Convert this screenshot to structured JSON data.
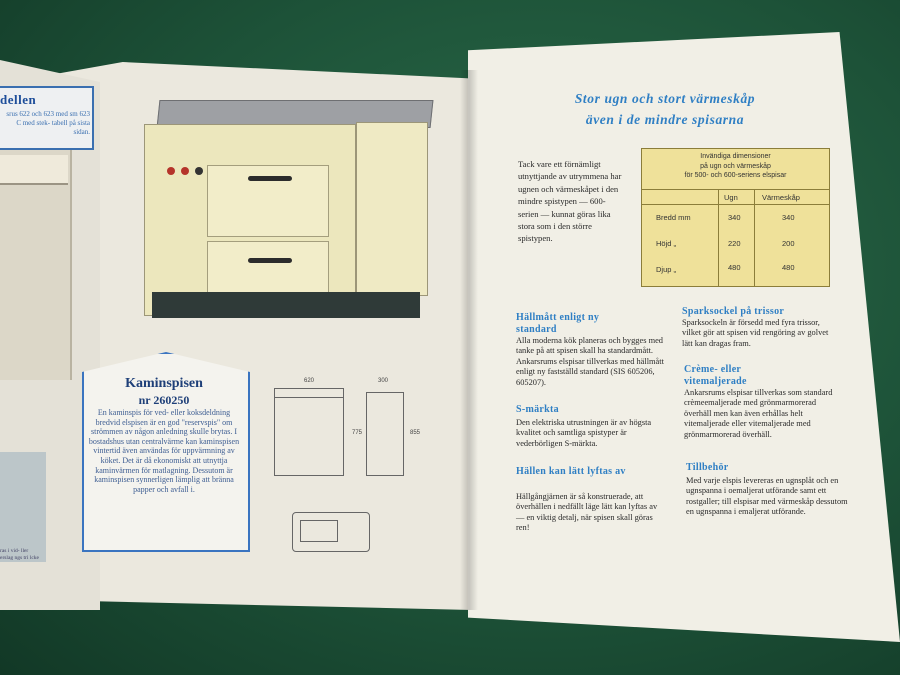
{
  "left_page": {
    "top_box": {
      "title": "dellen",
      "text": "srus 622 och 623 med sm 623 C med stek- tabell på sista sidan."
    },
    "kaminspisen": {
      "title": "Kaminspisen",
      "nr": "nr 260250",
      "text": "En kaminspis för ved- eller koksdeldning bredvid elspisen är en god \"reservspis\" om strömmen av någon anledning skulle brytas. I bostadshus utan centralvärme kan kaminspisen vintertid även användas för uppvärmning av köket. Det är då ekonomiskt att utnyttja kaminvärmen för matlagning. Dessutom är kaminspisen synnerligen lämplig att bränna papper och avfall i."
    },
    "photo_caption": "ras i vid- ller erslag ngs tri lcke",
    "drawing_labels": {
      "width_a": "620",
      "width_b": "300",
      "height_a": "775",
      "height_b": "855"
    }
  },
  "right_page": {
    "heading_line1": "Stor ugn och stort värmeskåp",
    "heading_line2": "även i de mindre spisarna",
    "intro": "Tack vare ett förnämligt utnyttjande av utrymmena har ugnen och värmeskåpet i den mindre spistypen — 600-serien — kunnat göras lika stora som i den större spistypen.",
    "dims_table": {
      "caption_line1": "Invändiga dimensioner",
      "caption_line2": "på ugn och värmeskåp",
      "caption_line3": "för 500- och 600-seriens elspisar",
      "col_ugn": "Ugn",
      "col_varmeskap": "Värmeskåp",
      "rows": [
        {
          "label": "Bredd mm",
          "ugn": "340",
          "varmeskap": "340"
        },
        {
          "label": "Höjd „",
          "ugn": "220",
          "varmeskap": "200"
        },
        {
          "label": "Djup „",
          "ugn": "480",
          "varmeskap": "480"
        }
      ]
    },
    "sections_left": [
      {
        "title": "Hällmått enligt ny standard",
        "body": "Alla moderna kök planeras och bygges med tanke på att spisen skall ha standardmått. Ankarsrums elspisar tillverkas med hällmått enligt ny fastställd standard (SIS 605206, 605207)."
      },
      {
        "title": "S-märkta",
        "body": "Den elektriska utrustningen är av högsta kvalitet och samtliga spistyper är vederbörligen S-märkta."
      },
      {
        "title": "Hällen kan lätt lyftas av",
        "body": "Hällgångjärnen är så konstruerade, att överhällen i nedfällt läge lätt kan lyftas av — en viktig detalj, när spisen skall göras ren!"
      }
    ],
    "sections_right": [
      {
        "title": "Sparksockel på trissor",
        "body": "Sparksockeln är försedd med fyra trissor, vilket gör att spisen vid rengöring av golvet lätt kan dragas fram."
      },
      {
        "title": "Crème- eller vitemaljerade",
        "body": "Ankarsrums elspisar tillverkas som standard crèmeemaljerade med grönmarmorerad överhäll men kan även erhållas helt vitemaljerade eller vitemaljerade med grönmarmorerad överhäll."
      },
      {
        "title": "Tillbehör",
        "body": "Med varje elspis levereras en ugnsplåt och en ugnspanna i oemaljerat utförande samt ett rostgaller; till elspisar med värmeskåp dessutom en ugnspanna i emaljerat utförande."
      }
    ]
  },
  "colors": {
    "background_green": "#1f5a3c",
    "heading_blue": "#2f7fc4",
    "table_yellow": "#efe19a",
    "stove_cream": "#ece7bd"
  }
}
